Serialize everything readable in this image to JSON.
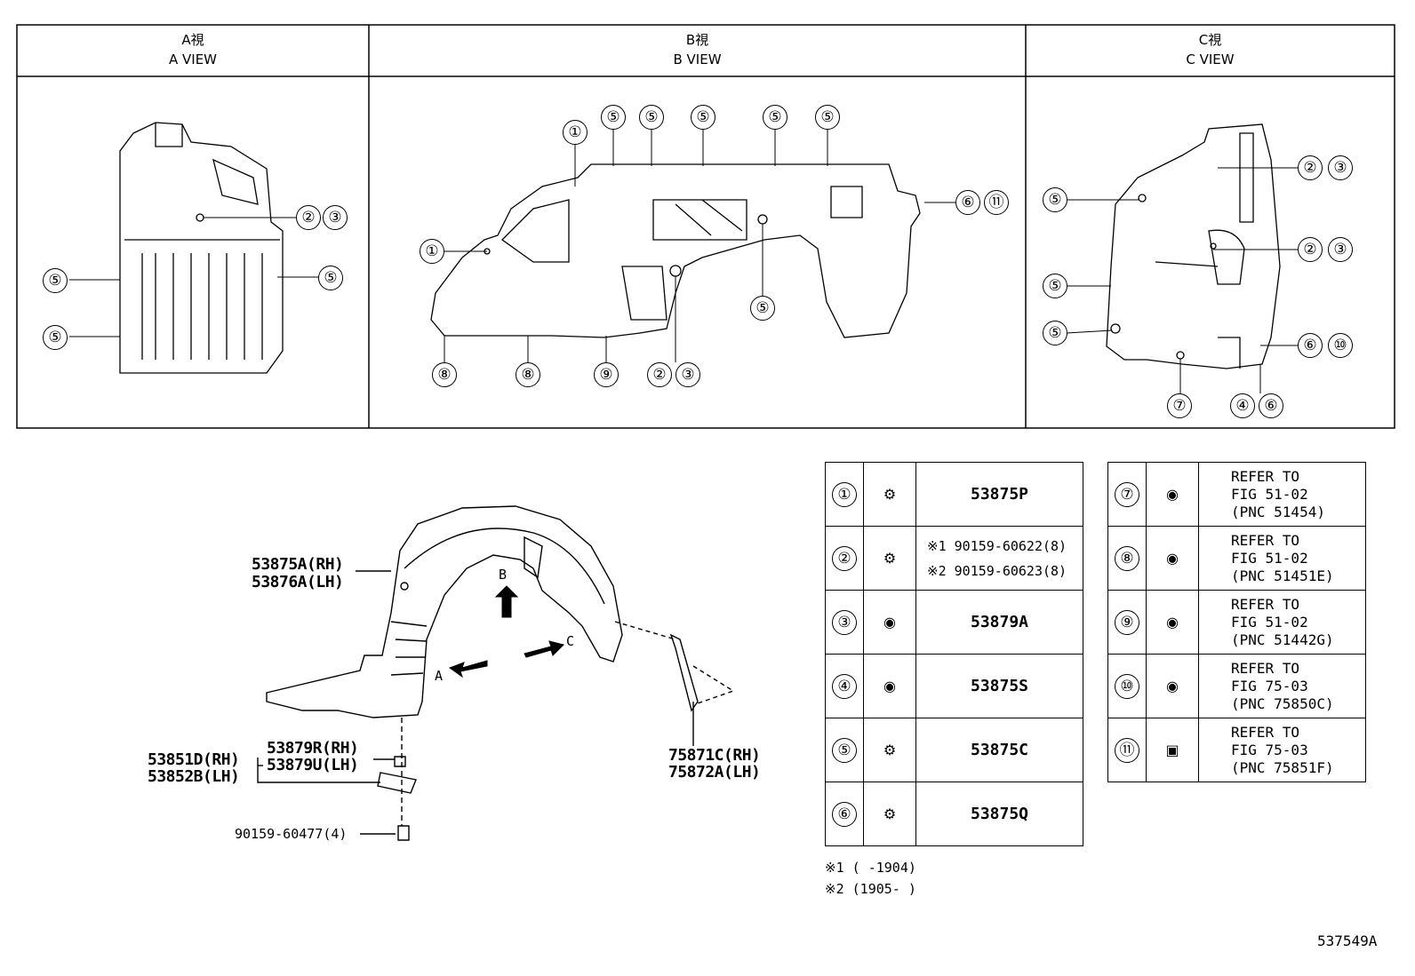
{
  "views": [
    {
      "jp": "A視",
      "en": "A VIEW"
    },
    {
      "jp": "B視",
      "en": "B VIEW"
    },
    {
      "jp": "C視",
      "en": "C VIEW"
    }
  ],
  "callouts_a": [
    "②",
    "③",
    "⑤",
    "⑤",
    "⑤"
  ],
  "callouts_b": {
    "top": [
      "⑤",
      "⑤",
      "⑤",
      "⑤",
      "⑤"
    ],
    "one_top": "①",
    "one_left": "①",
    "six": "⑥",
    "eleven": "⑪",
    "five_mid": "⑤",
    "bottom": [
      "⑧",
      "⑧",
      "⑨",
      "②",
      "③"
    ]
  },
  "callouts_c": {
    "two_a": "②",
    "three_a": "③",
    "two_b": "②",
    "three_b": "③",
    "five": [
      "⑤",
      "⑤",
      "⑤"
    ],
    "six_a": "⑥",
    "ten": "⑩",
    "seven": "⑦",
    "four": "④",
    "six_b": "⑥"
  },
  "main": {
    "liner_rh": "53875A(RH)",
    "liner_lh": "53876A(LH)",
    "bracket_rh": "53851D(RH)",
    "bracket_lh": "53852B(LH)",
    "seal_rh": "53879R(RH)",
    "seal_lh": "53879U(LH)",
    "bolt": "90159-60477(4)",
    "flap_rh": "75871C(RH)",
    "flap_lh": "75872A(LH)",
    "arrow_a": "A",
    "arrow_b": "B",
    "arrow_c": "C"
  },
  "parts_left": [
    {
      "num": "①",
      "pn": "53875P",
      "icon": "screw-icon"
    },
    {
      "num": "②",
      "pn1": "※1 90159-60622(8)",
      "pn2": "※2 90159-60623(8)",
      "icon": "screw-icon"
    },
    {
      "num": "③",
      "pn": "53879A",
      "icon": "clip-icon"
    },
    {
      "num": "④",
      "pn": "53875S",
      "icon": "clip-icon"
    },
    {
      "num": "⑤",
      "pn": "53875C",
      "icon": "screw-icon"
    },
    {
      "num": "⑥",
      "pn": "53875Q",
      "icon": "screw-icon"
    }
  ],
  "parts_right": [
    {
      "num": "⑦",
      "l1": "REFER TO",
      "l2": "FIG 51-02",
      "l3": "(PNC 51454)",
      "icon": "clip-icon"
    },
    {
      "num": "⑧",
      "l1": "REFER TO",
      "l2": "FIG 51-02",
      "l3": "(PNC 51451E)",
      "icon": "clip-icon"
    },
    {
      "num": "⑨",
      "l1": "REFER TO",
      "l2": "FIG 51-02",
      "l3": "(PNC 51442G)",
      "icon": "clip-icon"
    },
    {
      "num": "⑩",
      "l1": "REFER TO",
      "l2": "FIG 75-03",
      "l3": "(PNC 75850C)",
      "icon": "clip-icon"
    },
    {
      "num": "⑪",
      "l1": "REFER TO",
      "l2": "FIG 75-03",
      "l3": "(PNC 75851F)",
      "icon": "clip-icon"
    }
  ],
  "notes": [
    "※1 (      -1904)",
    "※2 (1905-      )"
  ],
  "figure_id": "537549A"
}
